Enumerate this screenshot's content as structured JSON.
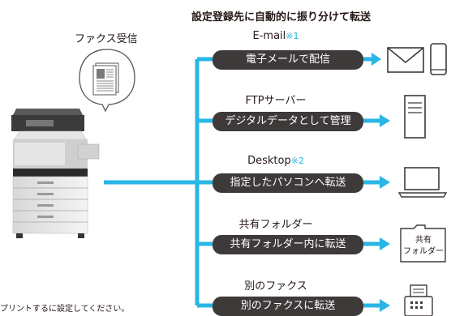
{
  "title": "設定登録先に自動的に振り分けて転送",
  "source_label": "ファクス受信",
  "destinations": [
    {
      "label": "E-mail",
      "note": "※1",
      "action": "電子メールで配信",
      "icon": "envelope-and-phone-icon"
    },
    {
      "label": "FTPサーバー",
      "note": "",
      "action": "デジタルデータとして管理",
      "icon": "server-tower-icon"
    },
    {
      "label": "Desktop",
      "note": "※2",
      "action": "指定したパソコンへ転送",
      "icon": "laptop-icon"
    },
    {
      "label": "共有フォルダー",
      "note": "",
      "action": "共有フォルダー内に転送",
      "icon": "shared-folder-icon",
      "icon_text": "共有\nフォルダー"
    },
    {
      "label": "別のファクス",
      "note": "",
      "action": "別のファクスに転送",
      "icon": "fax-machine-icon"
    }
  ],
  "footnote": "プリントするに設定してください。",
  "colors": {
    "connector": "#29b6e6",
    "pill": "#3e3a39",
    "note": "#29b6e6"
  }
}
